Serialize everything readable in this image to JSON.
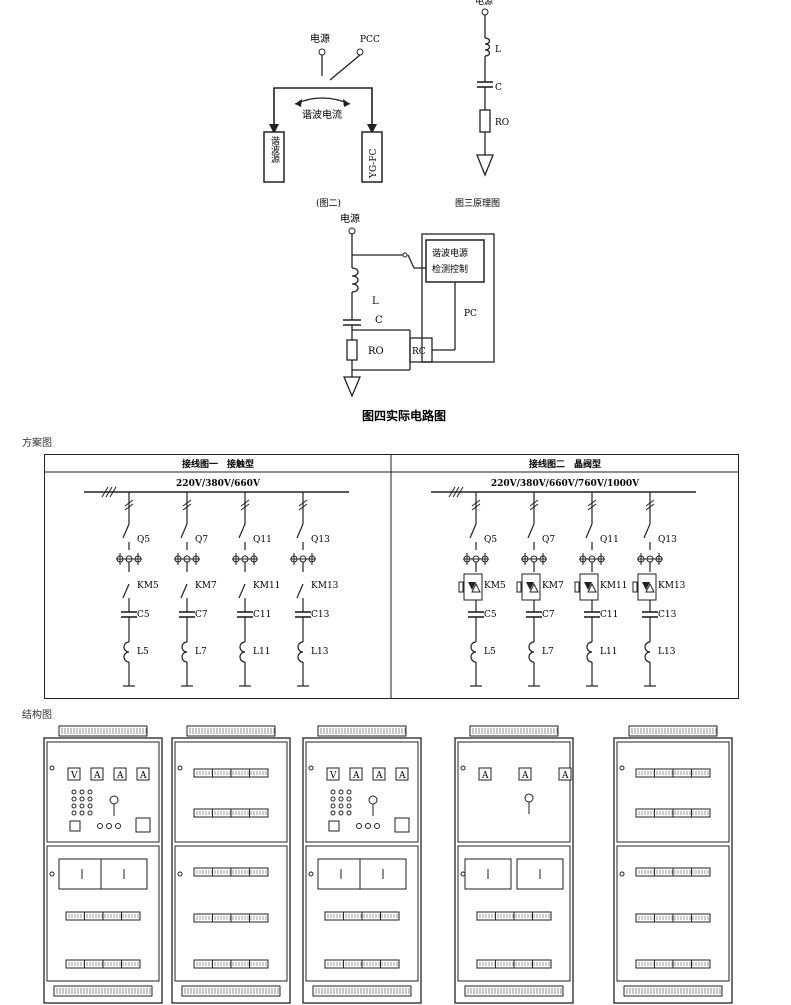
{
  "fig2": {
    "source_label": "电源",
    "pcc_label": "PCC",
    "current_label": "谐波电流",
    "box_left": "谐波源",
    "box_right": "YG-FC",
    "caption": "(图二)"
  },
  "fig3": {
    "source_label": "电源",
    "l_label": "L",
    "c_label": "C",
    "r_label": "RO",
    "caption": "图三原理图"
  },
  "fig4": {
    "source_label": "电源",
    "control_line1": "谐波电源",
    "control_line2": "检测控制",
    "l_label": "L",
    "c_label": "C",
    "pc_label": "PC",
    "r_label": "RO",
    "rc_label": "RC",
    "caption": "图四实际电路图"
  },
  "scheme": {
    "section_label": "方案图",
    "left": {
      "title": "接线图一　接触型",
      "voltage": "220V/380V/660V",
      "branches": [
        {
          "q": "Q5",
          "km": "KM5",
          "c": "C5",
          "l": "L5"
        },
        {
          "q": "Q7",
          "km": "KM7",
          "c": "C7",
          "l": "L7"
        },
        {
          "q": "Q11",
          "km": "KM11",
          "c": "C11",
          "l": "L11"
        },
        {
          "q": "Q13",
          "km": "KM13",
          "c": "C13",
          "l": "L13"
        }
      ]
    },
    "right": {
      "title": "接线图二　晶阀型",
      "voltage": "220V/380V/660V/760V/1000V",
      "branches": [
        {
          "q": "Q5",
          "km": "KM5",
          "c": "C5",
          "l": "L5"
        },
        {
          "q": "Q7",
          "km": "KM7",
          "c": "C7",
          "l": "L7"
        },
        {
          "q": "Q11",
          "km": "KM11",
          "c": "C11",
          "l": "L11"
        },
        {
          "q": "Q13",
          "km": "KM13",
          "c": "C13",
          "l": "L13"
        }
      ]
    }
  },
  "structure": {
    "section_label": "结构图",
    "cabinets": [
      {
        "meters": [
          "V",
          "A",
          "A",
          "A"
        ],
        "type": "control"
      },
      {
        "meters": [],
        "type": "vent"
      },
      {
        "meters": [
          "V",
          "A",
          "A",
          "A"
        ],
        "type": "control"
      },
      {
        "meters": [
          "A",
          "A",
          "A"
        ],
        "type": "meter3"
      },
      {
        "meters": [],
        "type": "vent"
      }
    ]
  }
}
